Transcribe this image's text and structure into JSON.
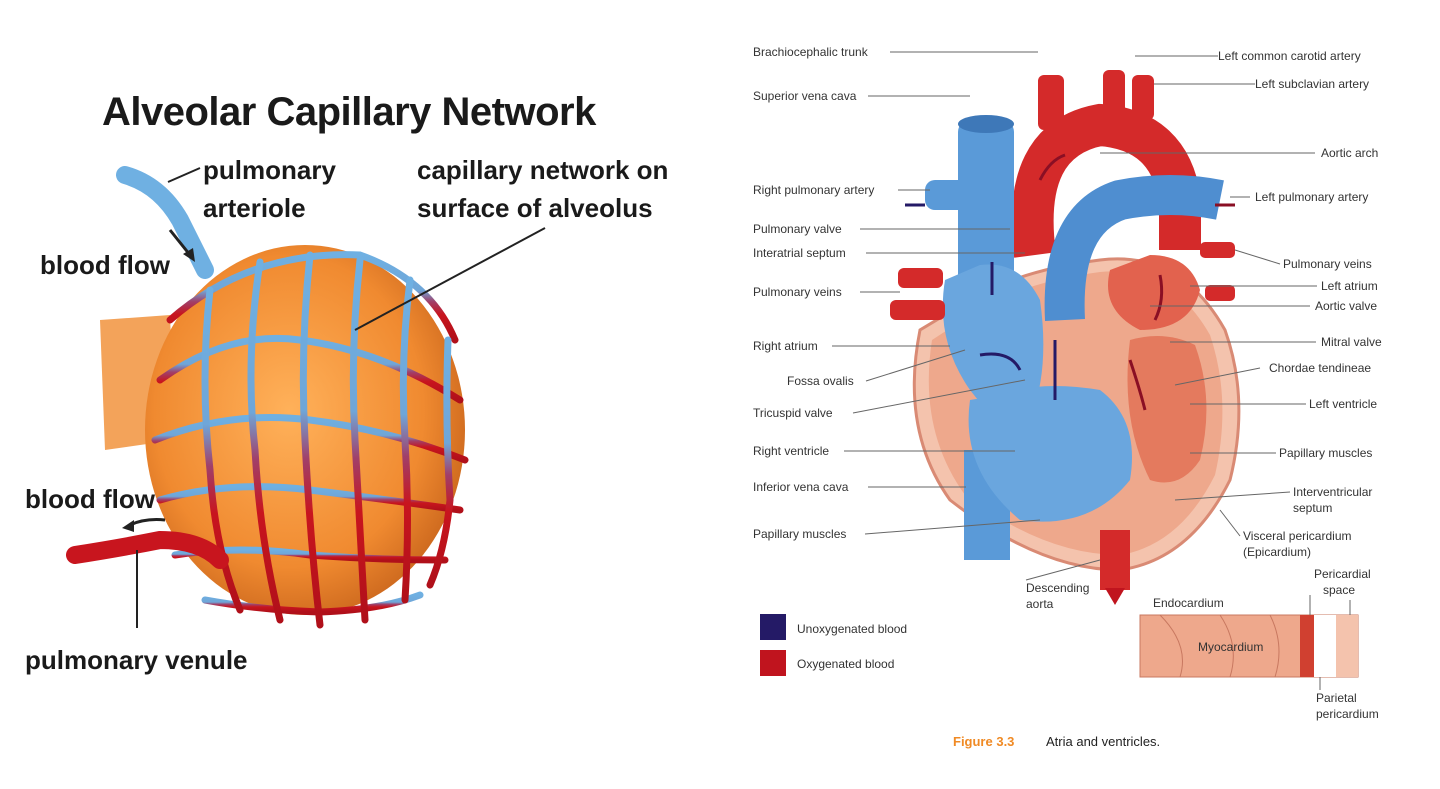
{
  "alveolus": {
    "title": "Alveolar Capillary Network",
    "labels": {
      "pulmonary_arteriole_1": "pulmonary",
      "pulmonary_arteriole_2": "arteriole",
      "capillary_network_1": "capillary network on",
      "capillary_network_2": "surface of alveolus",
      "blood_flow_top": "blood flow",
      "blood_flow_bottom": "blood flow",
      "pulmonary_venule": "pulmonary venule"
    },
    "colors": {
      "alveolus": "#f0963c",
      "deoxygenated_vessel": "#6aaee0",
      "oxygenated_vessel": "#c8151e"
    }
  },
  "heart": {
    "labels_left": [
      "Brachiocephalic trunk",
      "Superior vena cava",
      "Right pulmonary artery",
      "Pulmonary valve",
      "Interatrial septum",
      "Pulmonary veins",
      "Right atrium",
      "Fossa ovalis",
      "Tricuspid valve",
      "Right ventricle",
      "Inferior vena cava",
      "Papillary muscles"
    ],
    "labels_right": [
      "Left common carotid artery",
      "Left subclavian artery",
      "Aortic arch",
      "Left pulmonary artery",
      "Pulmonary veins",
      "Left atrium",
      "Aortic valve",
      "Mitral valve",
      "Chordae tendineae",
      "Left ventricle",
      "Papillary muscles",
      "Interventricular",
      "septum",
      "Visceral pericardium",
      "(Epicardium)"
    ],
    "labels_bottom": {
      "descending_aorta_1": "Descending",
      "descending_aorta_2": "aorta",
      "endocardium": "Endocardium",
      "pericardial_space_1": "Pericardial",
      "pericardial_space_2": "space",
      "myocardium": "Myocardium",
      "parietal_1": "Parietal",
      "parietal_2": "pericardium"
    },
    "legend": [
      {
        "label": "Unoxygenated blood",
        "color": "#241a66"
      },
      {
        "label": "Oxygenated blood",
        "color": "#c0141e"
      }
    ],
    "caption": {
      "figure": "Figure 3.3",
      "text": "Atria and ventricles."
    },
    "colors": {
      "figure_accent": "#f08a24",
      "deoxygenated": "#5a9ad8",
      "oxygenated": "#d42a2a",
      "muscle": "#eea88c"
    }
  }
}
